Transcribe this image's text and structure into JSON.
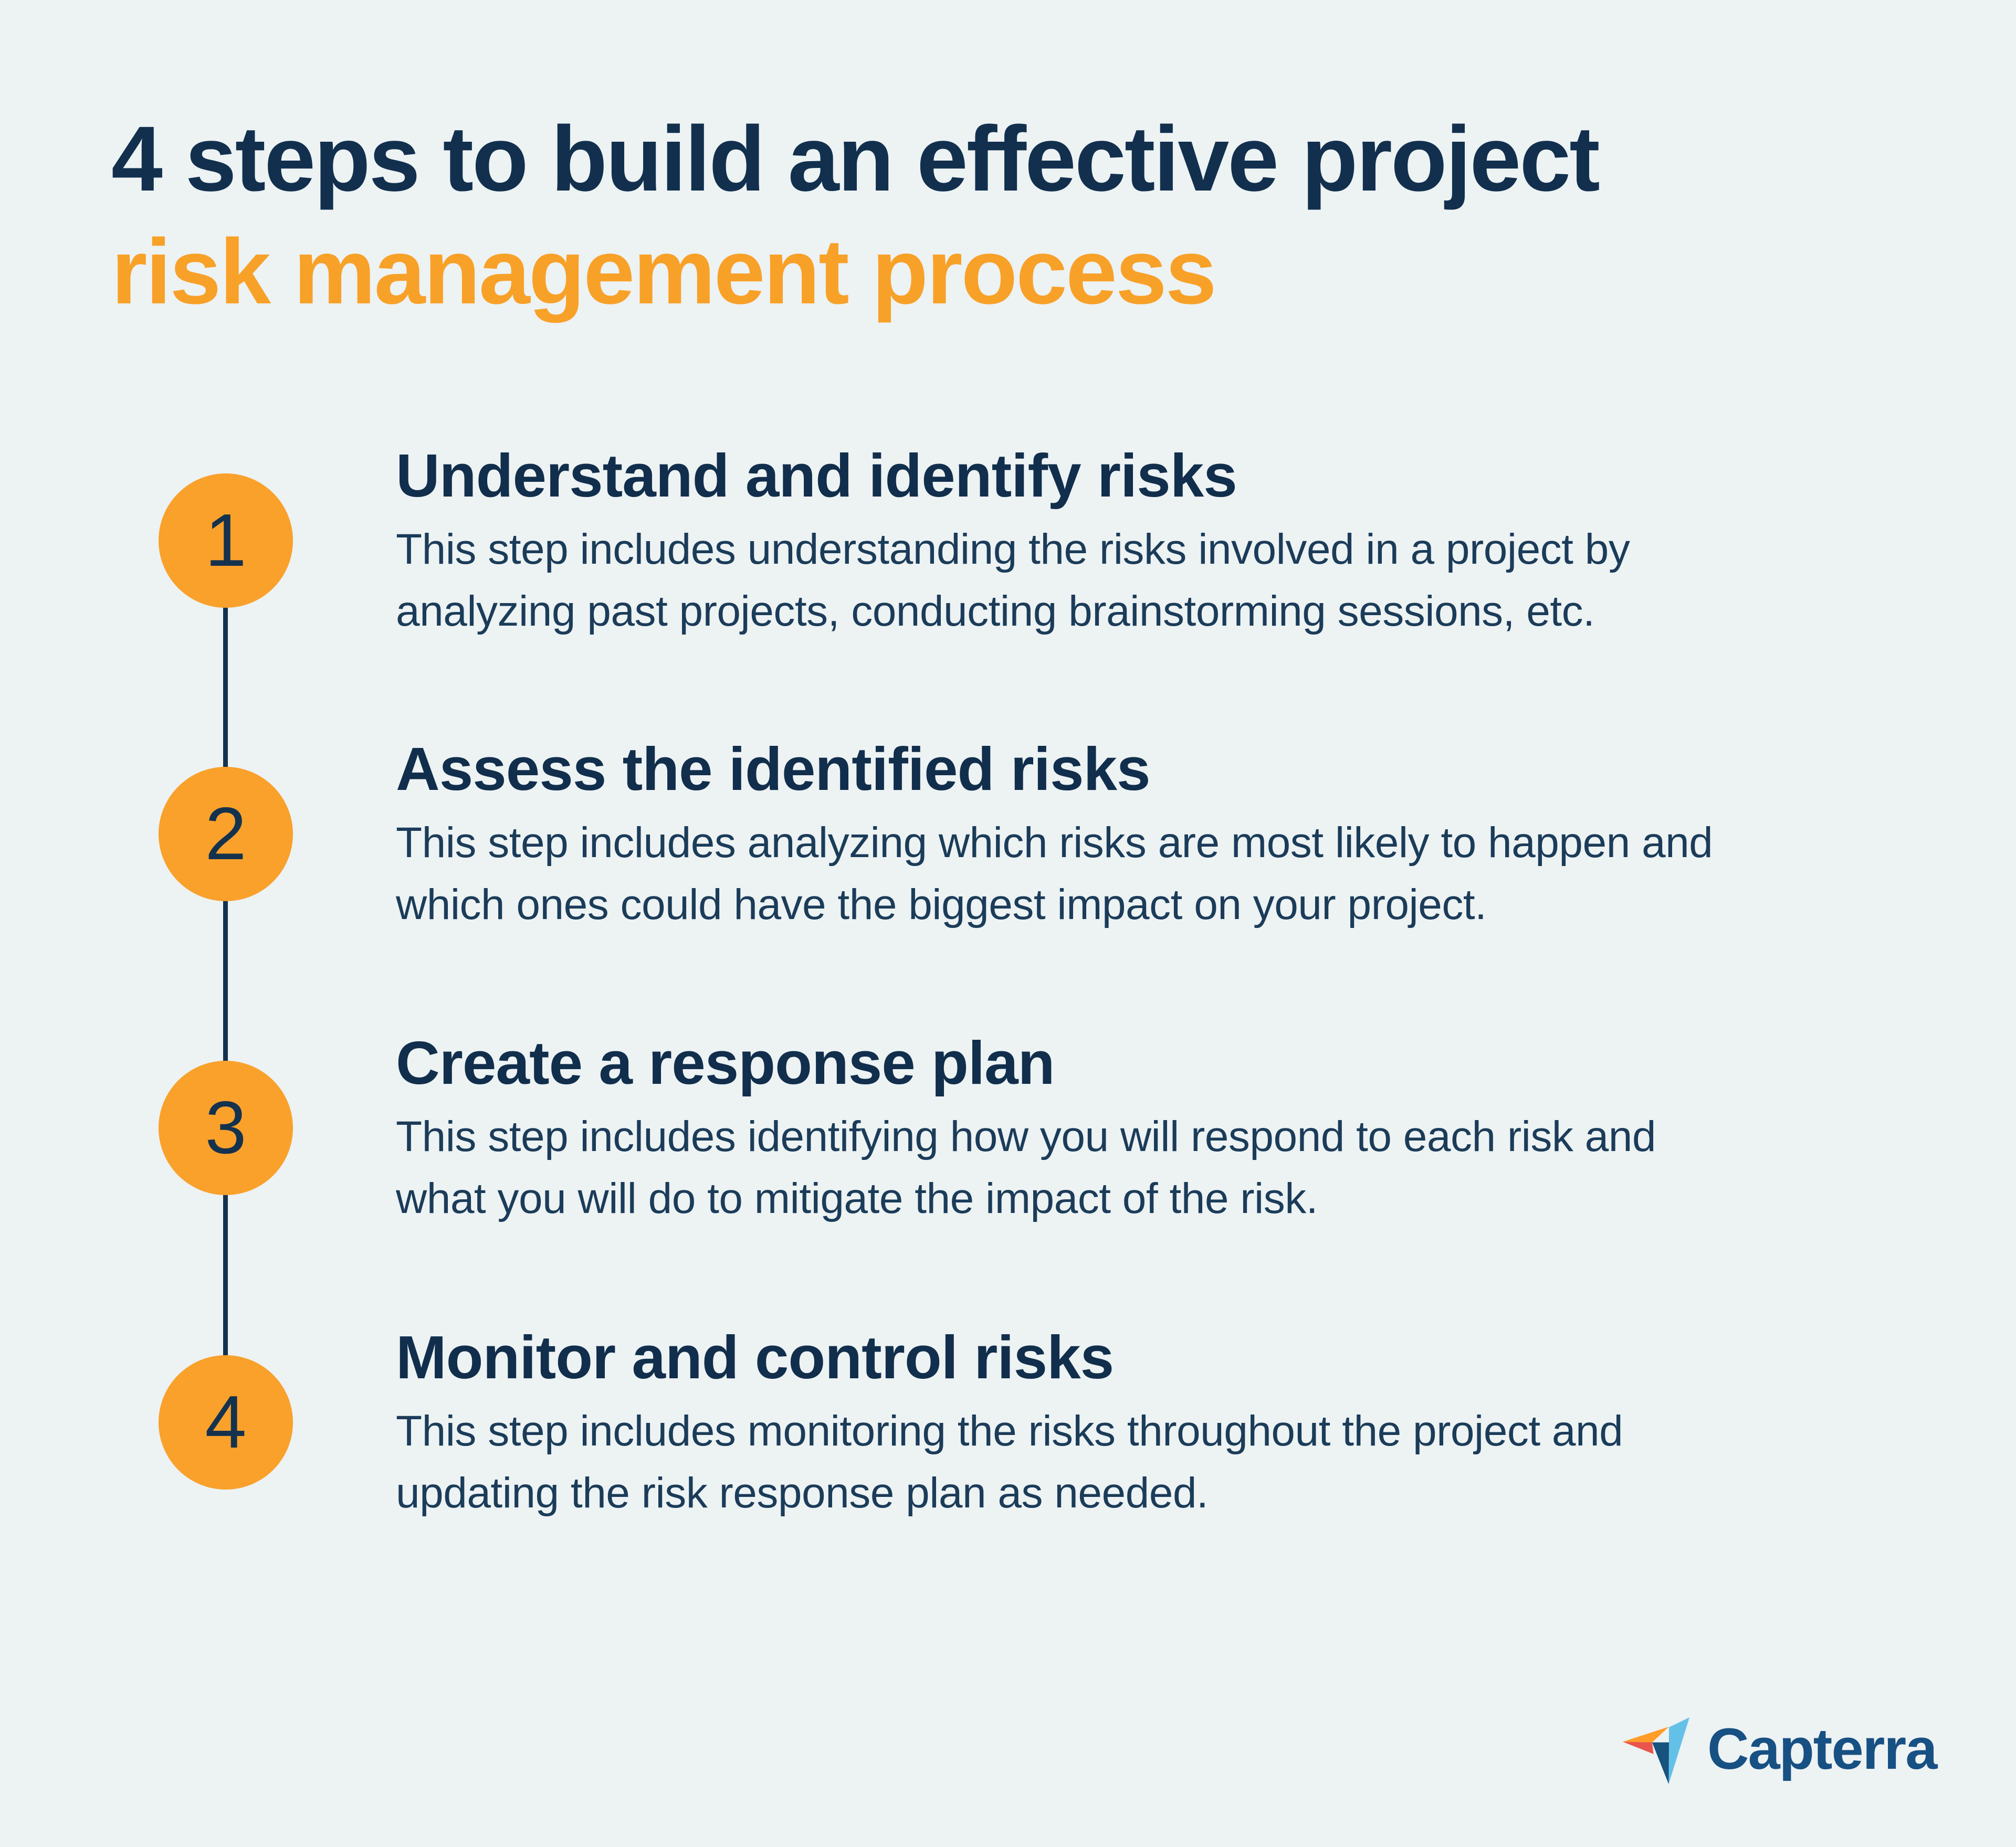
{
  "title": {
    "line1": "4 steps to build an effective project",
    "line2": "risk management process"
  },
  "steps": [
    {
      "number": "1",
      "heading": "Understand and identify risks",
      "description": "This step includes understanding the risks involved in a project by\nanalyzing past projects, conducting brainstorming sessions, etc."
    },
    {
      "number": "2",
      "heading": "Assess the identified risks",
      "description": "This step includes analyzing which risks are most likely to happen and\nwhich ones could have the biggest impact on your project."
    },
    {
      "number": "3",
      "heading": "Create a response plan",
      "description": "This step includes identifying how you will respond to each risk and\nwhat you will do to mitigate the impact of the risk."
    },
    {
      "number": "4",
      "heading": "Monitor and control risks",
      "description": "This step includes monitoring the risks throughout the project and\nupdating the risk response plan as needed."
    }
  ],
  "logo": {
    "text": "Capterra",
    "icon": "capterra-arrow-icon"
  },
  "colors": {
    "background": "#edf2f3",
    "title_navy": "#12304e",
    "title_orange": "#f8a128",
    "circle_orange": "#f9a12b",
    "connector_navy": "#13324e",
    "heading_navy": "#112e4c",
    "body_navy": "#1b3c59",
    "logo_text_blue": "#175083",
    "logo_orange": "#ff9d28",
    "logo_red": "#e9544d",
    "logo_light_blue": "#63c1e8",
    "logo_dark_blue": "#17537e"
  }
}
